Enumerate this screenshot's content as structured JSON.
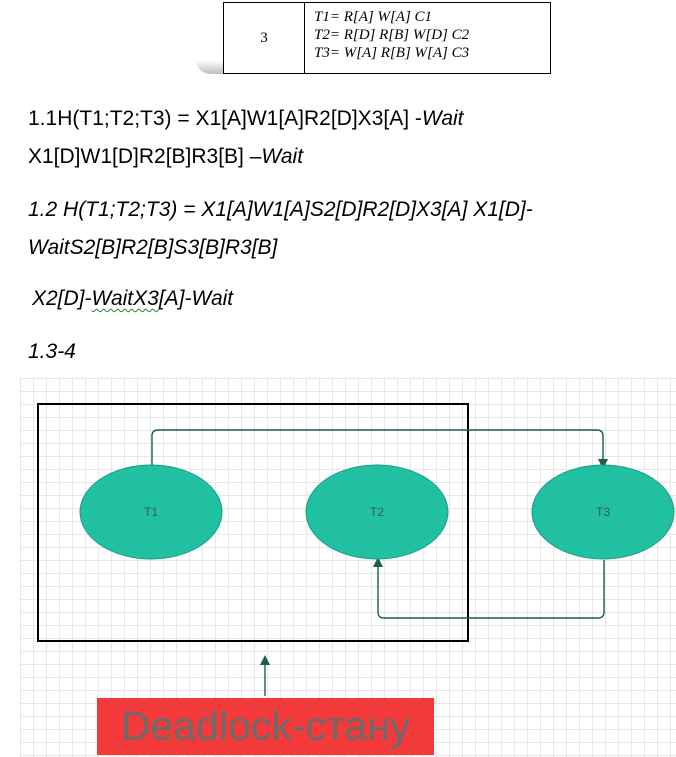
{
  "table": {
    "number": "3",
    "rules": [
      "T1= R[A] W[A] C1",
      "T2= R[D] R[B] W[D] C2",
      "T3= W[A] R[B] W[A] C3"
    ]
  },
  "answers": {
    "l1_main": "1.1H(T1;T2;T3) = X1[A]W1[A]R2[D]X3[A]  -",
    "l1_wait": "Wait",
    "l2_main": "X1[D]W1[D]R2[B]R3[B] –",
    "l2_wait": "Wait",
    "l3": "1.2 H(T1;T2;T3) = X1[A]W1[A]S2[D]R2[D]X3[A] X1[D]-",
    "l4": "WaitS2[B]R2[B]S3[B]R3[B]",
    "l5_a": "X2[D]-",
    "l5_b": "WaitX3",
    "l5_c": "[A]-Wait",
    "l6": "1.3-4"
  },
  "diagram": {
    "nodes": [
      {
        "id": "T1",
        "label": "T1"
      },
      {
        "id": "T2",
        "label": "T2"
      },
      {
        "id": "T3",
        "label": "T3"
      }
    ],
    "edges": [
      {
        "from": "T1",
        "to": "T3"
      },
      {
        "from": "T3",
        "to": "T2"
      }
    ],
    "node_color": "#20c0a0",
    "deadlock_label": "Deadlock-стану",
    "deadlock_bg": "#f33a3a"
  }
}
